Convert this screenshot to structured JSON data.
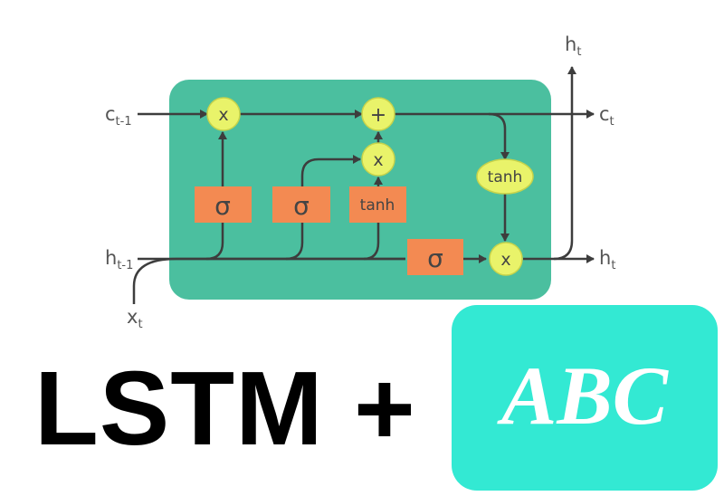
{
  "colors": {
    "cell_bg": "#4bbf9f",
    "pointwise": "#e9f36a",
    "pointwise_stroke": "#c7d34a",
    "layer": "#f38a52",
    "line": "#3d3d3d",
    "badge_bg": "#33e9d3",
    "title_text": "#000000"
  },
  "diagram": {
    "inputs": {
      "c_prev": {
        "main": "c",
        "sub": "t-1"
      },
      "h_prev": {
        "main": "h",
        "sub": "t-1"
      },
      "x_in": {
        "main": "x",
        "sub": "t"
      }
    },
    "outputs": {
      "c_out": {
        "main": "c",
        "sub": "t"
      },
      "h_out": {
        "main": "h",
        "sub": "t"
      },
      "h_top": {
        "main": "h",
        "sub": "t"
      }
    },
    "ops": {
      "forget_multiply": "x",
      "cell_add": "+",
      "input_multiply": "x",
      "output_multiply": "x",
      "output_tanh": "tanh"
    },
    "layers": {
      "forget_gate": "σ",
      "input_gate": "σ",
      "candidate": "tanh",
      "output_gate": "σ"
    }
  },
  "caption": {
    "title": "LSTM +",
    "badge": "ABC"
  }
}
